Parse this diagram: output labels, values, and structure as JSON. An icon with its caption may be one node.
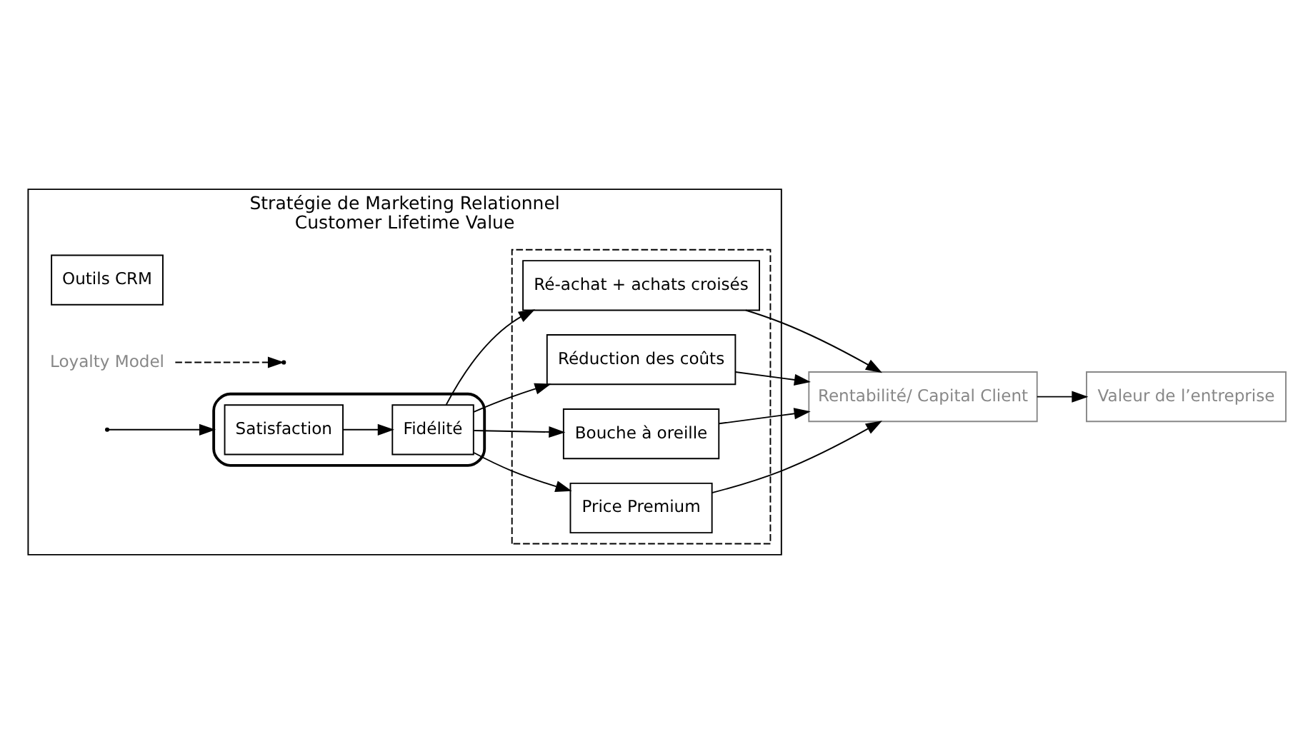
{
  "diagram": {
    "nodes": [
      {
        "text": [
          "Stratégie de Marketing Relationnel",
          "Customer Lifetime Value"
        ]
      },
      {
        "text": [
          "Outils CRM"
        ],
        "in": 0
      },
      {
        "text": [],
        "shape": "ellipse",
        "in": 0
      },
      {
        "text": [
          "Satisfaction"
        ],
        "in": 2
      },
      {
        "text": [
          "Fidélité"
        ],
        "in": 2
      },
      {
        "text": [],
        "shape": "box",
        "in": 0
      },
      {
        "text": [
          "Ré-achat + achats croisés"
        ],
        "in": 5
      },
      {
        "text": [
          "Réduction des coûts"
        ],
        "in": 5
      },
      {
        "text": [
          "Bouche à oreille"
        ],
        "in": 5
      },
      {
        "text": [
          "Price Premium"
        ],
        "in": 5
      },
      {
        "text": [
          "Rentabilité/ Capital Client"
        ]
      },
      {
        "text": [
          "Valeur de l’entreprise"
        ]
      },
      {
        "text": [
          "Loyalty Model"
        ],
        "in": 0
      }
    ],
    "edges": [
      {
        "from": null,
        "to": 2,
        "arrow": "to"
      },
      {
        "from": 3,
        "to": 4,
        "arrow": "to"
      },
      {
        "from": 12,
        "to": null,
        "arrow": "to",
        "style": "dashed"
      },
      {
        "from": 4,
        "to": 6,
        "arrow": "to"
      },
      {
        "from": 4,
        "to": 7,
        "arrow": "to"
      },
      {
        "from": 4,
        "to": 8,
        "arrow": "to"
      },
      {
        "from": 4,
        "to": 9,
        "arrow": "to"
      },
      {
        "from": 6,
        "to": 10,
        "arrow": "to"
      },
      {
        "from": 7,
        "to": 10,
        "arrow": "to"
      },
      {
        "from": 8,
        "to": 10,
        "arrow": "to"
      },
      {
        "from": 9,
        "to": 10,
        "arrow": "to"
      },
      {
        "from": 10,
        "to": 11,
        "arrow": "to"
      }
    ]
  }
}
